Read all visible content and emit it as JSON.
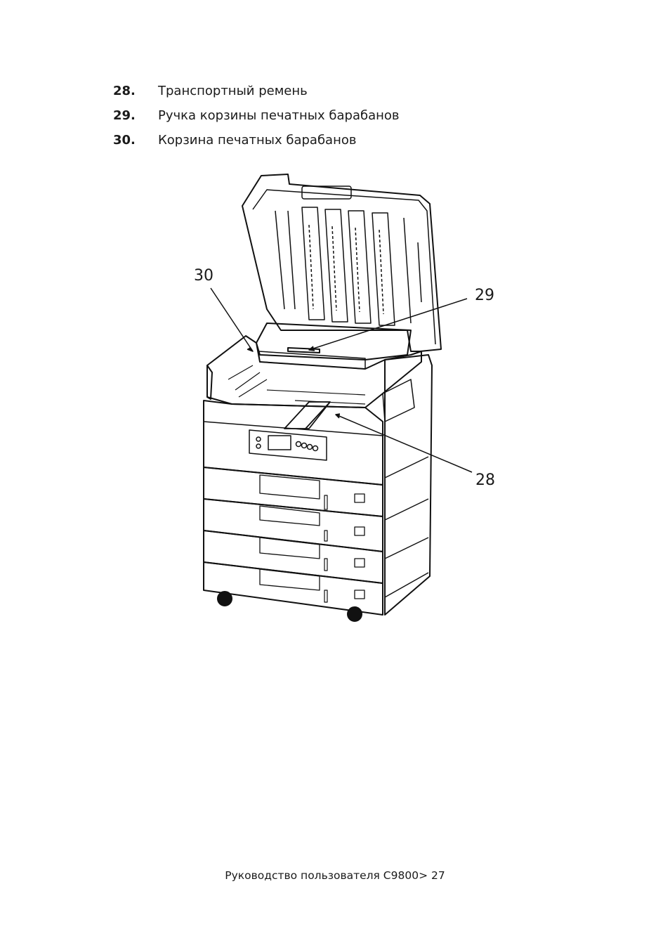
{
  "items": [
    {
      "num": "28.",
      "label": "Транспортный ремень"
    },
    {
      "num": "29.",
      "label": "Ручка корзины печатных барабанов"
    },
    {
      "num": "30.",
      "label": "Корзина печатных барабанов"
    }
  ],
  "figure": {
    "callouts": [
      "30",
      "29",
      "28"
    ]
  },
  "footer": "Руководство пользователя C9800> 27"
}
